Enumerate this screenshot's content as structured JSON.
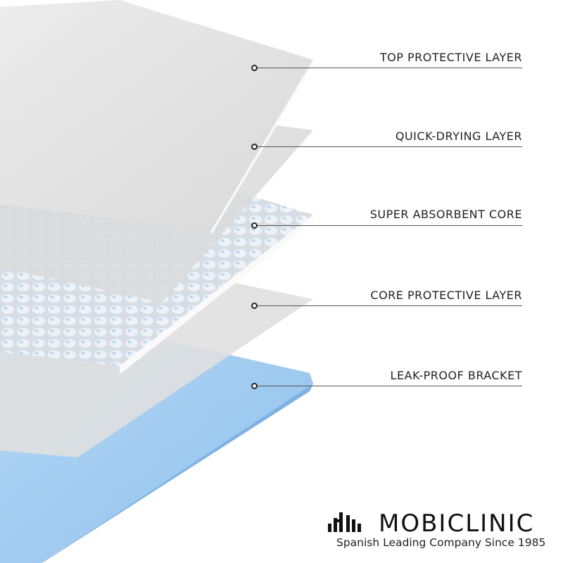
{
  "layers": [
    {
      "label": "TOP PROTECTIVE LAYER"
    },
    {
      "label": "QUICK-DRYING LAYER"
    },
    {
      "label": "SUPER ABSORBENT CORE"
    },
    {
      "label": "CORE PROTECTIVE LAYER"
    },
    {
      "label": "LEAK-PROOF BRACKET"
    }
  ],
  "brand": {
    "name": "MOBICLINIC",
    "tagline": "Spanish Leading Company Since 1985"
  },
  "colors": {
    "blue": "#9fcaf0",
    "gray": "#d8d8d8",
    "white": "#f2f2f2"
  }
}
